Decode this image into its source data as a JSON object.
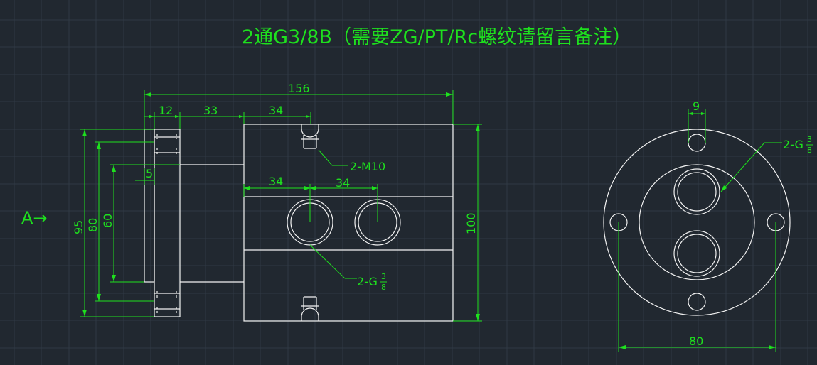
{
  "title": "2通G3/8B（需要ZG/PT/Rc螺纹请留言备注）",
  "view_marker": "A→",
  "dims": {
    "d156": "156",
    "d12": "12",
    "d33": "33",
    "d34_top": "34",
    "d5": "5",
    "d34_a": "34",
    "d34_b": "34",
    "d95": "95",
    "d80": "80",
    "d60": "60",
    "d100": "100",
    "d9": "9",
    "d80_bottom": "80"
  },
  "callouts": {
    "m10": "2-M10",
    "g_side": "2-G",
    "g_right": "2-G",
    "frac_num": "3",
    "frac_den": "8"
  }
}
